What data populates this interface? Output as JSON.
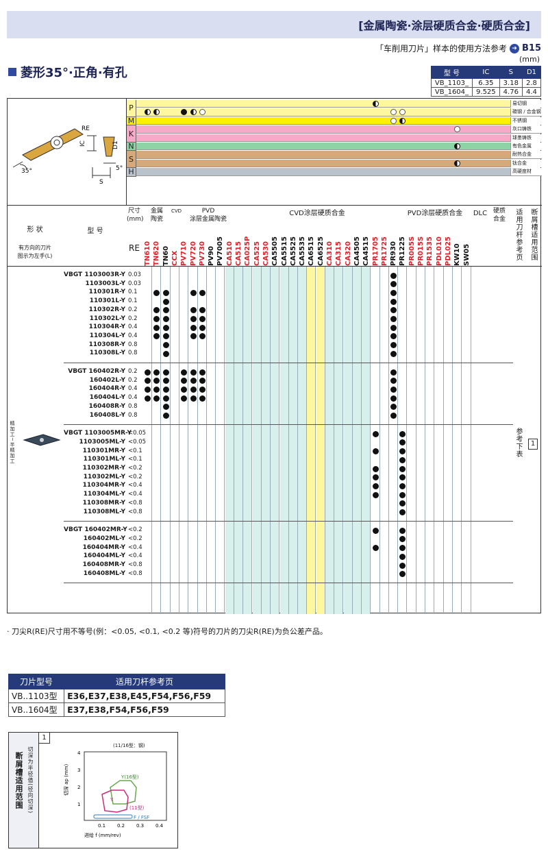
{
  "header": {
    "title": "[金属陶瓷·涂层硬质合金·硬质合金]"
  },
  "ref_line": {
    "text": "「车削用刀片」样本的使用方法参考",
    "page": "B15"
  },
  "unit": "(mm)",
  "section_title": "菱形35°·正角·有孔",
  "dims_table": {
    "headers": [
      "型 号",
      "IC",
      "S",
      "D1"
    ],
    "rows": [
      [
        "VB_1103_",
        "6.35",
        "3.18",
        "2.8"
      ],
      [
        "VB_1604_",
        "9.525",
        "4.76",
        "4.4"
      ]
    ]
  },
  "diagram_labels": {
    "re": "RE",
    "ic": "IC",
    "d1": "D1",
    "s": "S",
    "angle35": "35°",
    "angle5": "5°"
  },
  "material_groups": [
    {
      "letter": "P",
      "color": "#fff6a0",
      "rows": [
        "易切钢",
        "碳钢 / 合金钢"
      ]
    },
    {
      "letter": "M",
      "color": "#fff000",
      "rows": [
        "不锈钢"
      ]
    },
    {
      "letter": "K",
      "color": "#f7a9c8",
      "rows": [
        "灰口铸铁",
        "球墨铸铁"
      ]
    },
    {
      "letter": "N",
      "color": "#8dd3a6",
      "rows": [
        "有色金属"
      ]
    },
    {
      "letter": "S",
      "color": "#d5a97a",
      "rows": [
        "耐热合金",
        "钛合金"
      ]
    },
    {
      "letter": "H",
      "color": "#b9c3cc",
      "rows": [
        "高硬度材"
      ]
    }
  ],
  "headers": {
    "shape": "形 状",
    "shape_note": "有方向的刀片\n图示为左手(L)",
    "model": "型 号",
    "size": "尺寸\n(mm)",
    "re": "RE",
    "cermet": "金属\n陶瓷",
    "cvd": "CVD",
    "pvd_cermet": "PVD\n涂层金属陶瓷",
    "cvd_carbide": "CVD涂层硬质合金",
    "pvd_carbide": "PVD涂层硬质合金",
    "dlc": "DLC",
    "carbide": "硬质\n合金",
    "holder": "适用刀杆参考页",
    "chipbreaker": "断屑槽适用范围"
  },
  "grades": [
    {
      "name": "TN610",
      "color": "#e0202a",
      "bg": "#ffffff"
    },
    {
      "name": "TN620",
      "color": "#e0202a",
      "bg": "#ffffff"
    },
    {
      "name": "TN60",
      "color": "#111111",
      "bg": "#ffffff"
    },
    {
      "name": "CCX",
      "color": "#e0202a",
      "bg": "#ffffff"
    },
    {
      "name": "PV710",
      "color": "#e0202a",
      "bg": "#ffffff"
    },
    {
      "name": "PV720",
      "color": "#e0202a",
      "bg": "#ffffff"
    },
    {
      "name": "PV730",
      "color": "#e0202a",
      "bg": "#ffffff"
    },
    {
      "name": "PV90",
      "color": "#111111",
      "bg": "#ffffff"
    },
    {
      "name": "PV7005",
      "color": "#111111",
      "bg": "#ffffff"
    },
    {
      "name": "CA510",
      "color": "#e0202a",
      "bg": "#d8f0ec"
    },
    {
      "name": "CA515",
      "color": "#e0202a",
      "bg": "#d8f0ec"
    },
    {
      "name": "CA025P",
      "color": "#e0202a",
      "bg": "#d8f0ec"
    },
    {
      "name": "CA525",
      "color": "#e0202a",
      "bg": "#d8f0ec"
    },
    {
      "name": "CA530",
      "color": "#e0202a",
      "bg": "#d8f0ec"
    },
    {
      "name": "CA5505",
      "color": "#111111",
      "bg": "#d8f0ec"
    },
    {
      "name": "CA5515",
      "color": "#111111",
      "bg": "#d8f0ec"
    },
    {
      "name": "CA5525",
      "color": "#111111",
      "bg": "#d8f0ec"
    },
    {
      "name": "CA5535",
      "color": "#111111",
      "bg": "#d8f0ec"
    },
    {
      "name": "CA6515",
      "color": "#111111",
      "bg": "#fff6a0"
    },
    {
      "name": "CA6525",
      "color": "#111111",
      "bg": "#fff6a0"
    },
    {
      "name": "CA310",
      "color": "#e0202a",
      "bg": "#d8f0ec"
    },
    {
      "name": "CA315",
      "color": "#e0202a",
      "bg": "#d8f0ec"
    },
    {
      "name": "CA320",
      "color": "#e0202a",
      "bg": "#d8f0ec"
    },
    {
      "name": "CA4505",
      "color": "#111111",
      "bg": "#d8f0ec"
    },
    {
      "name": "CA4515",
      "color": "#111111",
      "bg": "#d8f0ec"
    },
    {
      "name": "PR1705",
      "color": "#e0202a",
      "bg": "#ffffff"
    },
    {
      "name": "PR1725",
      "color": "#e0202a",
      "bg": "#ffffff"
    },
    {
      "name": "PR930",
      "color": "#111111",
      "bg": "#ffffff"
    },
    {
      "name": "PR1225",
      "color": "#111111",
      "bg": "#ffffff"
    },
    {
      "name": "PR005S",
      "color": "#e0202a",
      "bg": "#ffffff"
    },
    {
      "name": "PR015S",
      "color": "#e0202a",
      "bg": "#ffffff"
    },
    {
      "name": "PR1535",
      "color": "#e0202a",
      "bg": "#ffffff"
    },
    {
      "name": "PDL010",
      "color": "#e0202a",
      "bg": "#ffffff"
    },
    {
      "name": "PDL025",
      "color": "#e0202a",
      "bg": "#ffffff"
    },
    {
      "name": "KW10",
      "color": "#111111",
      "bg": "#ffffff"
    },
    {
      "name": "SW05",
      "color": "#111111",
      "bg": "#ffffff"
    }
  ],
  "side_label": "精加工~半精加工",
  "blocks": [
    {
      "prefix": "VBGT",
      "items": [
        {
          "model": "1103003R-Y",
          "re": "0.03",
          "dots": [
            27
          ]
        },
        {
          "model": "1103003L-Y",
          "re": "0.03",
          "dots": [
            27
          ]
        },
        {
          "model": "110301R-Y",
          "re": "0.1",
          "dots": [
            1,
            2,
            5,
            6,
            27
          ]
        },
        {
          "model": "110301L-Y",
          "re": "0.1",
          "dots": [
            2,
            27
          ]
        },
        {
          "model": "110302R-Y",
          "re": "0.2",
          "dots": [
            1,
            2,
            5,
            6,
            27
          ]
        },
        {
          "model": "110302L-Y",
          "re": "0.2",
          "dots": [
            1,
            2,
            5,
            6,
            27
          ]
        },
        {
          "model": "110304R-Y",
          "re": "0.4",
          "dots": [
            1,
            2,
            5,
            6,
            27
          ]
        },
        {
          "model": "110304L-Y",
          "re": "0.4",
          "dots": [
            1,
            2,
            5,
            6,
            27
          ]
        },
        {
          "model": "110308R-Y",
          "re": "0.8",
          "dots": [
            2,
            27
          ]
        },
        {
          "model": "110308L-Y",
          "re": "0.8",
          "dots": [
            2,
            27
          ]
        }
      ]
    },
    {
      "prefix": "VBGT",
      "items": [
        {
          "model": "160402R-Y",
          "re": "0.2",
          "dots": [
            0,
            1,
            2,
            4,
            5,
            6,
            27
          ]
        },
        {
          "model": "160402L-Y",
          "re": "0.2",
          "dots": [
            0,
            1,
            2,
            4,
            5,
            6,
            27
          ]
        },
        {
          "model": "160404R-Y",
          "re": "0.4",
          "dots": [
            0,
            1,
            2,
            4,
            5,
            6,
            27
          ]
        },
        {
          "model": "160404L-Y",
          "re": "0.4",
          "dots": [
            0,
            1,
            2,
            4,
            5,
            6,
            27
          ]
        },
        {
          "model": "160408R-Y",
          "re": "0.8",
          "dots": [
            2,
            27
          ]
        },
        {
          "model": "160408L-Y",
          "re": "0.8",
          "dots": [
            2,
            27
          ]
        }
      ]
    },
    {
      "prefix": "VBGT",
      "items": [
        {
          "model": "1103005MR-Y",
          "re": "<0.05",
          "dots": [
            25,
            28
          ]
        },
        {
          "model": "1103005ML-Y",
          "re": "<0.05",
          "dots": [
            28
          ]
        },
        {
          "model": "110301MR-Y",
          "re": "<0.1",
          "dots": [
            25,
            28
          ]
        },
        {
          "model": "110301ML-Y",
          "re": "<0.1",
          "dots": [
            28
          ]
        },
        {
          "model": "110302MR-Y",
          "re": "<0.2",
          "dots": [
            25,
            28
          ]
        },
        {
          "model": "110302ML-Y",
          "re": "<0.2",
          "dots": [
            25,
            28
          ]
        },
        {
          "model": "110304MR-Y",
          "re": "<0.4",
          "dots": [
            25,
            28
          ]
        },
        {
          "model": "110304ML-Y",
          "re": "<0.4",
          "dots": [
            25,
            28
          ]
        },
        {
          "model": "110308MR-Y",
          "re": "<0.8",
          "dots": [
            28
          ]
        },
        {
          "model": "110308ML-Y",
          "re": "<0.8",
          "dots": [
            28
          ]
        }
      ]
    },
    {
      "prefix": "VBGT",
      "items": [
        {
          "model": "160402MR-Y",
          "re": "<0.2",
          "dots": [
            25,
            28
          ]
        },
        {
          "model": "160402ML-Y",
          "re": "<0.2",
          "dots": [
            28
          ]
        },
        {
          "model": "160404MR-Y",
          "re": "<0.4",
          "dots": [
            25,
            28
          ]
        },
        {
          "model": "160404ML-Y",
          "re": "<0.4",
          "dots": [
            28
          ]
        },
        {
          "model": "160408MR-Y",
          "re": "<0.8",
          "dots": [
            28
          ]
        },
        {
          "model": "160408ML-Y",
          "re": "<0.8",
          "dots": [
            28
          ]
        }
      ]
    }
  ],
  "holder_ref_text": "参考下表",
  "chipbreaker_ref": "1",
  "footnote": "· 刀尖R(RE)尺寸用不等号(例：<0.05, <0.1, <0.2 等)符号的刀片的刀尖R(RE)为负公差产品。",
  "ref_table": {
    "headers": [
      "刀片型号",
      "适用刀杆参考页"
    ],
    "rows": [
      [
        "VB..1103型",
        "E36,E37,E38,E45,F54,F56,F59"
      ],
      [
        "VB..1604型",
        "E37,E38,F54,F56,F59"
      ]
    ]
  },
  "chipbreaker_box": {
    "side_title": "断屑槽适用范围",
    "number": "1",
    "note": "(11/16型：钢)",
    "ylabel": "切深 ap (mm)",
    "xlabel": "进给 f (mm/rev)",
    "side_ylabel": "切深为半径值(径向切深)",
    "yticks": [
      "4",
      "3",
      "2",
      "1"
    ],
    "xticks": [
      "0.1",
      "0.2",
      "0.3",
      "0.4"
    ],
    "label_y16": "Y(16型)",
    "label_y": "Y",
    "label_11": "(11型)",
    "label_f": "F / FSF"
  },
  "legend_marks": [
    {
      "group": "P",
      "row": 0,
      "col": 25,
      "kind": "half"
    },
    {
      "group": "P",
      "row": 1,
      "col": 0,
      "kind": "half"
    },
    {
      "group": "P",
      "row": 1,
      "col": 1,
      "kind": "half"
    },
    {
      "group": "P",
      "row": 1,
      "col": 4,
      "kind": "full"
    },
    {
      "group": "P",
      "row": 1,
      "col": 5,
      "kind": "half"
    },
    {
      "group": "P",
      "row": 1,
      "col": 6,
      "kind": "open"
    },
    {
      "group": "P",
      "row": 1,
      "col": 27,
      "kind": "open"
    },
    {
      "group": "P",
      "row": 1,
      "col": 28,
      "kind": "open"
    },
    {
      "group": "M",
      "row": 0,
      "col": 27,
      "kind": "open"
    },
    {
      "group": "M",
      "row": 0,
      "col": 28,
      "kind": "half"
    },
    {
      "group": "K",
      "row": 0,
      "col": 34,
      "kind": "open"
    },
    {
      "group": "N",
      "row": 0,
      "col": 34,
      "kind": "half"
    },
    {
      "group": "S",
      "row": 1,
      "col": 34,
      "kind": "half"
    }
  ]
}
